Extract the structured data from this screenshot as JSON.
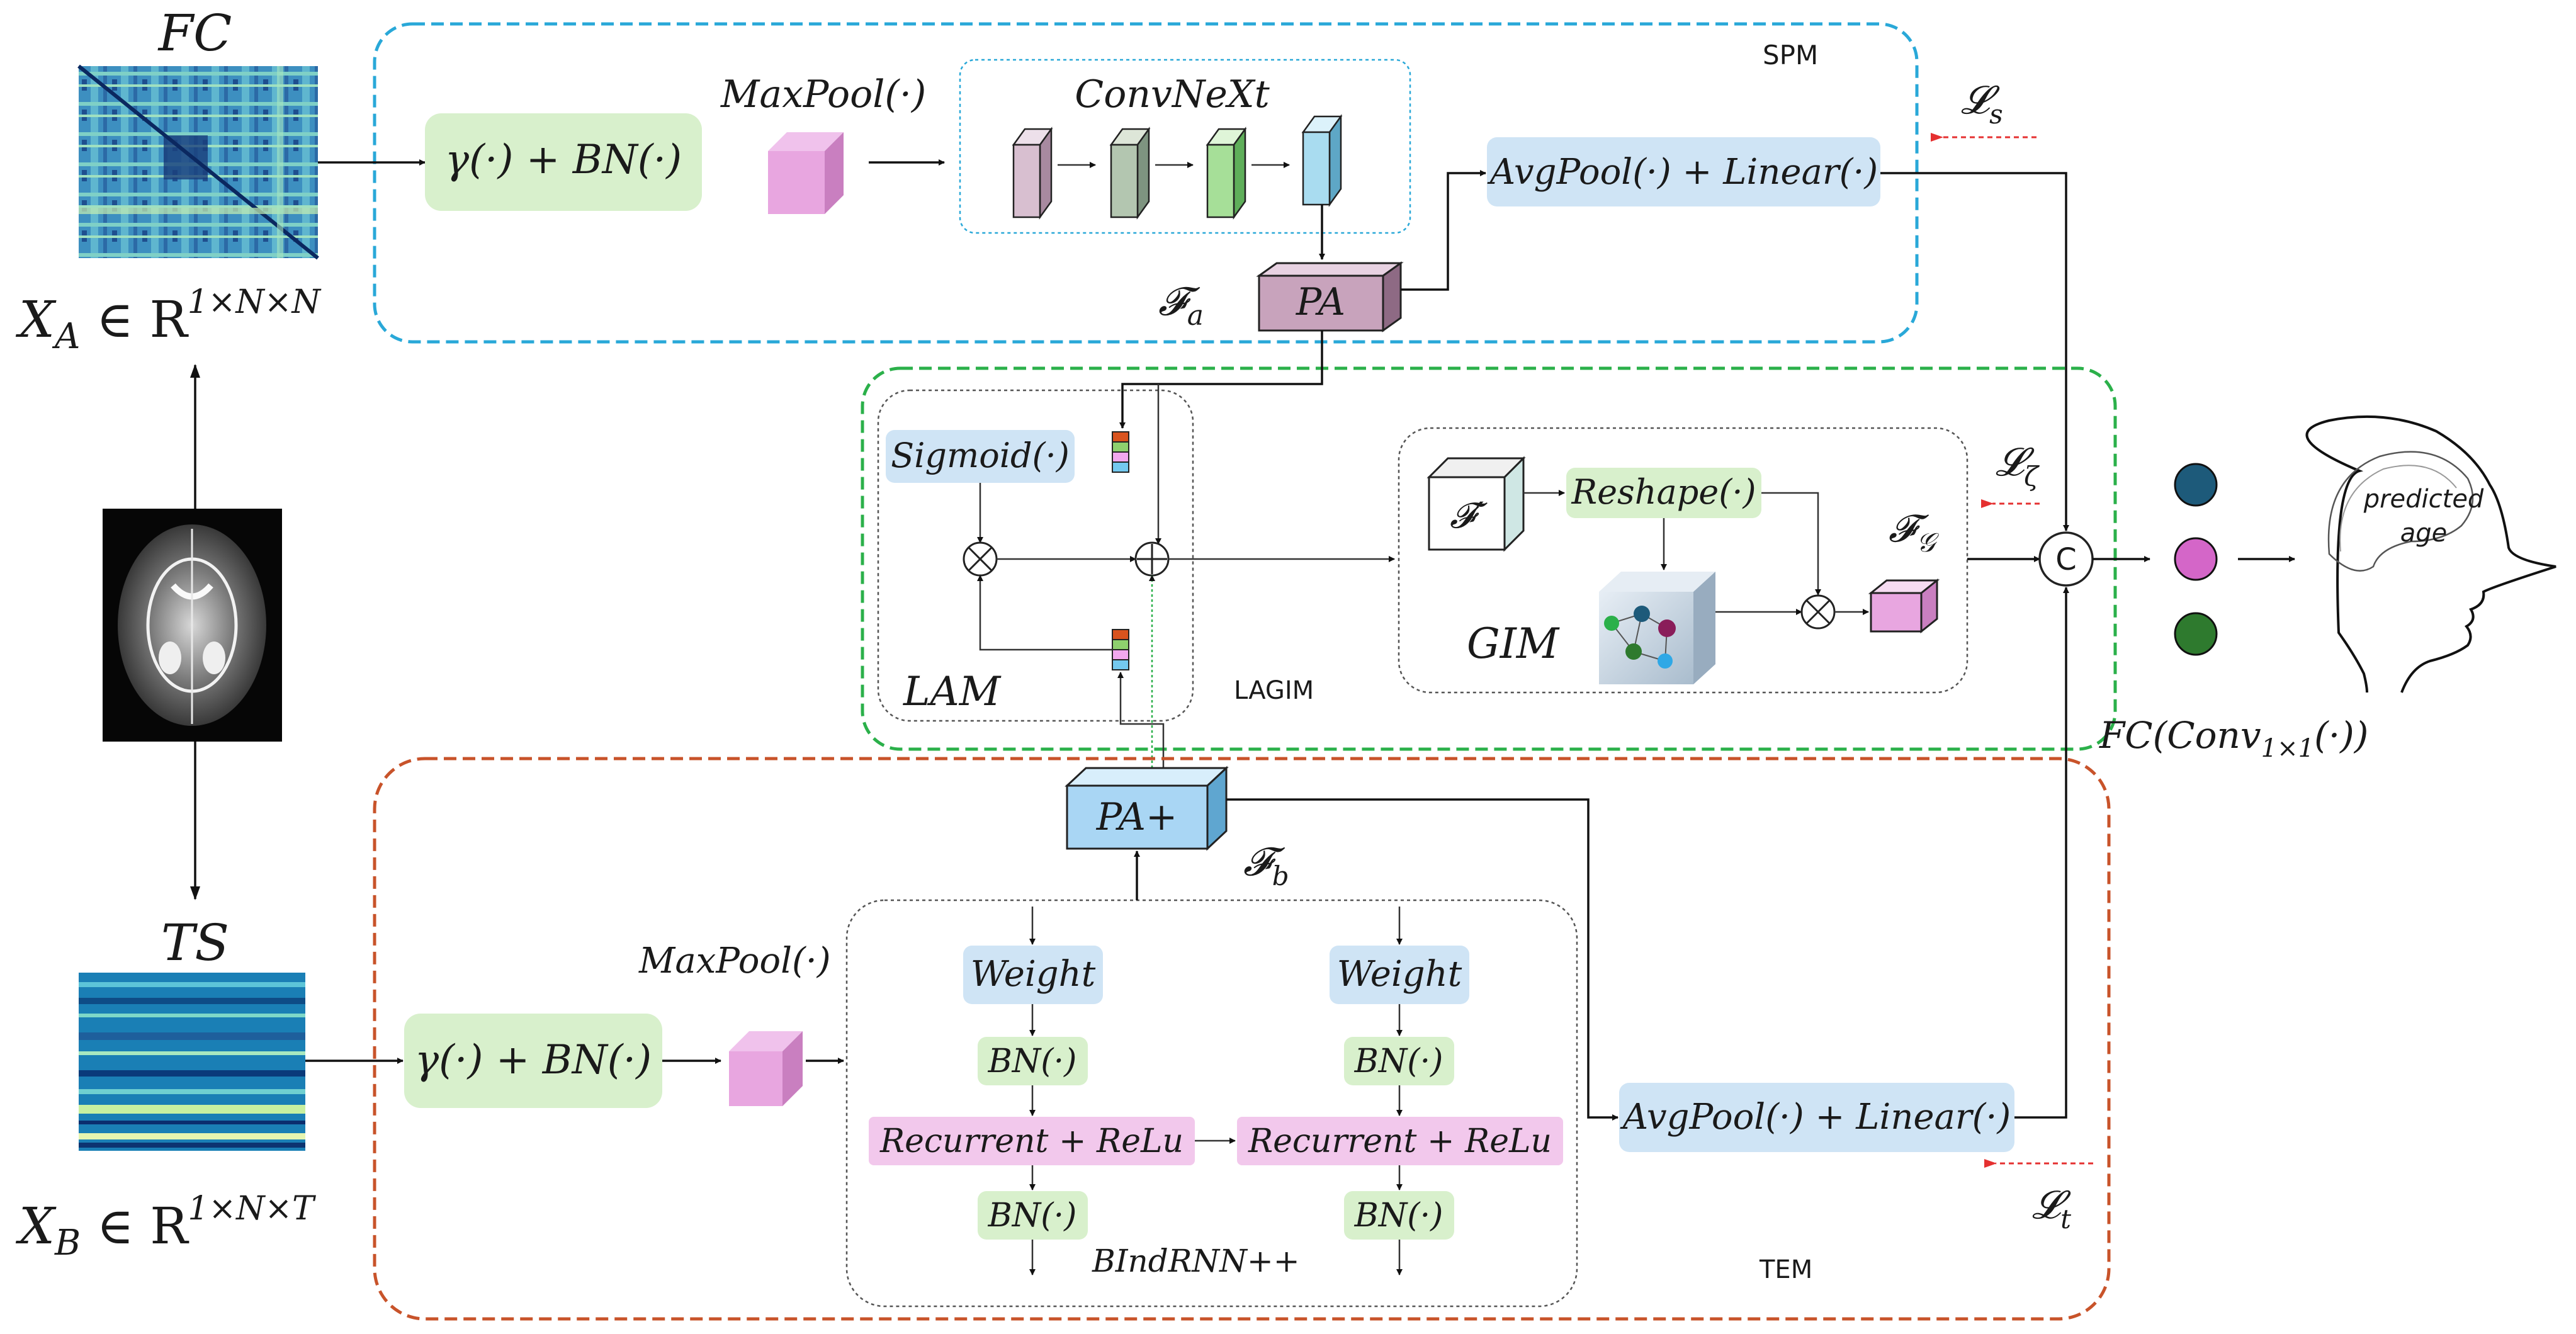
{
  "inputs": {
    "fc_title": "FC",
    "xa_label": "X_A ∈ R^{1×N×N}",
    "xa_base": "X",
    "xa_sub": "A",
    "xa_mid": " ∈ R",
    "xa_sup": "1×N×N",
    "ts_title": "TS",
    "xb_base": "X",
    "xb_sub": "B",
    "xb_mid": " ∈ R",
    "xb_sup": "1×N×T"
  },
  "modules": {
    "spm": "SPM",
    "lagim": "LAGIM",
    "tem": "TEM",
    "lam": "LAM",
    "gim": "GIM",
    "bindrnn": "BIndRNN++"
  },
  "spm": {
    "gamma_bn": "γ(·) + BN(·)",
    "maxpool": "MaxPool(·)",
    "convnext": "ConvNeXt",
    "avgpool_linear": "AvgPool(·) + Linear(·)",
    "pa": "PA",
    "fa_base": "𝓕",
    "fa_sub": "a",
    "loss_base": "𝓛",
    "loss_sub": "s"
  },
  "lagim": {
    "sigmoid": "Sigmoid(·)",
    "fprime": "𝓕′",
    "reshape": "Reshape(·)",
    "fg_base": "𝓕",
    "fg_sub": "𝒢",
    "loss_base": "𝓛",
    "loss_sub": "ζ",
    "concat": "C",
    "fc_conv": "FC(Conv",
    "fc_conv_sub": "1×1",
    "fc_conv_end": "(·))"
  },
  "tem": {
    "gamma_bn": "γ(·) + BN(·)",
    "maxpool": "MaxPool(·)",
    "pa_plus": "PA+",
    "fb_base": "𝓕",
    "fb_sub": "b",
    "weight": "Weight",
    "bn": "BN(·)",
    "recurrent": "Recurrent + ReLu",
    "avgpool_linear": "AvgPool(·) + Linear(·)",
    "loss_base": "𝓛",
    "loss_sub": "t"
  },
  "output": {
    "predicted": "predicted",
    "age": "age"
  },
  "colors": {
    "spm_border": "#29a8d8",
    "lagim_border": "#2bb04a",
    "tem_border": "#c8532a",
    "green_box": "#d8f0cc",
    "blue_box": "#cfe4f5",
    "pink_box": "#f2c8ec",
    "pink_cube": "#e8a6e0",
    "pa_fill": "#c8a3bc",
    "pa_plus_fill": "#a9d6f4",
    "loss_arrow": "#e53030",
    "dot_blue": "#1d5a7a",
    "dot_pink": "#d466c8",
    "dot_green": "#2e7a2e"
  }
}
